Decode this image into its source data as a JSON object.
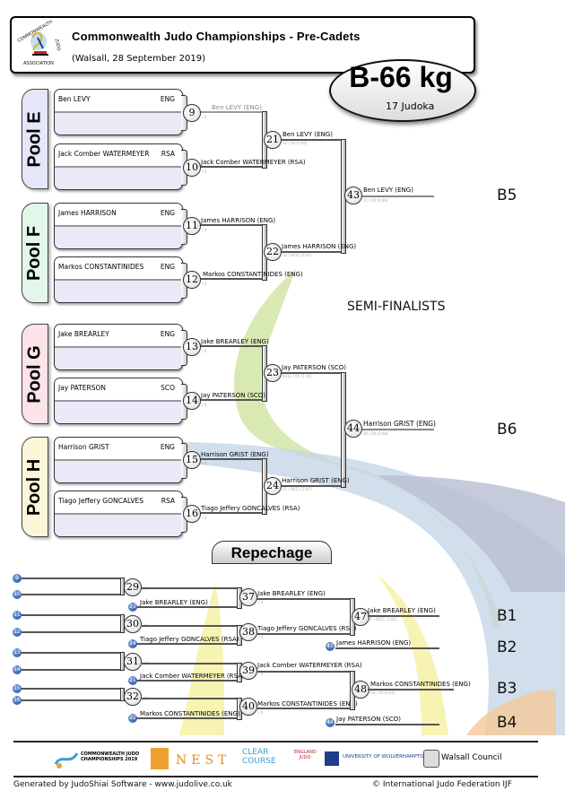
{
  "header": {
    "title": "Commonwealth Judo Championships - Pre-Cadets",
    "subtitle": "(Walsall, 28 September 2019)",
    "logo_text": "COMMONWEALTH JUDO ASSOCIATION",
    "weight_class": "B-66 kg",
    "judoka_count": "17 Judoka"
  },
  "pools": [
    {
      "label": "Pool E",
      "color": "#e6e6fb",
      "fighters": [
        {
          "name": "Ben LEVY",
          "country": "ENG"
        },
        {
          "name": "Jack Comber WATERMEYER",
          "country": "RSA"
        }
      ]
    },
    {
      "label": "Pool F",
      "color": "#e2f6ea",
      "fighters": [
        {
          "name": "James HARRISON",
          "country": "ENG"
        },
        {
          "name": "Markos CONSTANTINIDES",
          "country": "ENG"
        }
      ]
    },
    {
      "label": "Pool G",
      "color": "#fbe3e8",
      "fighters": [
        {
          "name": "Jake BREARLEY",
          "country": "ENG"
        },
        {
          "name": "Jay PATERSON",
          "country": "SCO"
        }
      ]
    },
    {
      "label": "Pool H",
      "color": "#fcf6d8",
      "fighters": [
        {
          "name": "Harrison GRIST",
          "country": "ENG"
        },
        {
          "name": "Tiago Jeffery GONCALVES",
          "country": "RSA"
        }
      ]
    }
  ],
  "matches": {
    "m9": {
      "num": "9",
      "name": "Ben LEVY   (ENG)",
      "score": "/ II"
    },
    "m10": {
      "num": "10",
      "name": "Jack Comber WATERMEYER   (RSA)",
      "score": "/ II"
    },
    "m11": {
      "num": "11",
      "name": "James HARRISON   (ENG)",
      "score": "/ II"
    },
    "m12": {
      "num": "12",
      "name": "Markos CONSTANTINIDES   (ENG)",
      "score": "/ II"
    },
    "m13": {
      "num": "13",
      "name": "Jake BREARLEY   (ENG)",
      "score": "/ II"
    },
    "m14": {
      "num": "14",
      "name": "Jay PATERSON   (SCO)",
      "score": "/ II"
    },
    "m15": {
      "num": "15",
      "name": "Harrison GRIST   (ENG)",
      "score": "/ II"
    },
    "m16": {
      "num": "16",
      "name": "Tiago Jeffery GONCALVES   (RSA)",
      "score": "/ II"
    },
    "m21": {
      "num": "21",
      "name": "Ben LEVY   (ENG)",
      "score": "10 / 00 [0:06]"
    },
    "m22": {
      "num": "22",
      "name": "James HARRISON   (ENG)",
      "score": "10 / 0011 [0:31]"
    },
    "m23": {
      "num": "23",
      "name": "Jay PATERSON   (SCO)",
      "score": "0011 / 01 [1:16]"
    },
    "m24": {
      "num": "24",
      "name": "Harrison GRIST   (ENG)",
      "score": "11 / 0011 [1:07]"
    },
    "m43": {
      "num": "43",
      "name": "Ben LEVY   (ENG)",
      "score": "11 / 00 [0:48]"
    },
    "m44": {
      "num": "44",
      "name": "Harrison GRIST   (ENG)",
      "score": "00 / 00 [0:48]"
    },
    "m29": {
      "num": "29",
      "score": "/ II"
    },
    "m30": {
      "num": "30",
      "score": "/ II"
    },
    "m31": {
      "num": "31",
      "score": "/ II"
    },
    "m32": {
      "num": "32",
      "score": "/ II"
    },
    "m37": {
      "num": "37",
      "name": "Jake BREARLEY   (ENG)",
      "score": "/ II"
    },
    "m38": {
      "num": "38",
      "name": "Tiago Jeffery GONCALVES   (RSA)",
      "score": "/ II"
    },
    "m39": {
      "num": "39",
      "name": "Jack Comber WATERMEYER   (RSA)",
      "score": "/ II"
    },
    "m40": {
      "num": "40",
      "name": "Markos CONSTANTINIDES   (ENG)",
      "score": "/ II"
    },
    "m47": {
      "num": "47",
      "name": "Jake BREARLEY   (ENG)",
      "score": "01 / 0011 [1:00]"
    },
    "m48": {
      "num": "48",
      "name": "Markos CONSTANTINIDES   (ENG)",
      "score": "00 / 10 [0:31]"
    }
  },
  "repechage": {
    "title": "Repechage",
    "losers": [
      "9",
      "10",
      "11",
      "12",
      "13",
      "14",
      "15",
      "16"
    ],
    "entries": [
      {
        "from": "23",
        "name": "Jake BREARLEY   (ENG)"
      },
      {
        "from": "24",
        "name": "Tiago Jeffery GONCALVES   (RSA)"
      },
      {
        "from": "21",
        "name": "Jack Comber WATERMEYER   (RSA)"
      },
      {
        "from": "22",
        "name": "Markos CONSTANTINIDES   (ENG)"
      },
      {
        "from": "43",
        "name": "James HARRISON   (ENG)"
      },
      {
        "from": "44",
        "name": "Jay PATERSON   (SCO)"
      }
    ]
  },
  "labels": {
    "semi_finalists": "SEMI-FINALISTS",
    "b5": "B5",
    "b6": "B6",
    "b1": "B1",
    "b2": "B2",
    "b3": "B3",
    "b4": "B4"
  },
  "sponsors": {
    "cjc": "COMMONWEALTH JUDO CHAMPIONSHIPS 2019",
    "nest": "NEST",
    "clear": "CLEAR COURSE",
    "england": "ENGLAND JUDO",
    "wolves": "UNIVERSITY OF WOLVERHAMPTON",
    "walsall": "Walsall Council"
  },
  "footer": {
    "generated": "Generated by JudoShiai Software - www.judolive.co.uk",
    "copyright": "© International Judo Federation IJF"
  }
}
